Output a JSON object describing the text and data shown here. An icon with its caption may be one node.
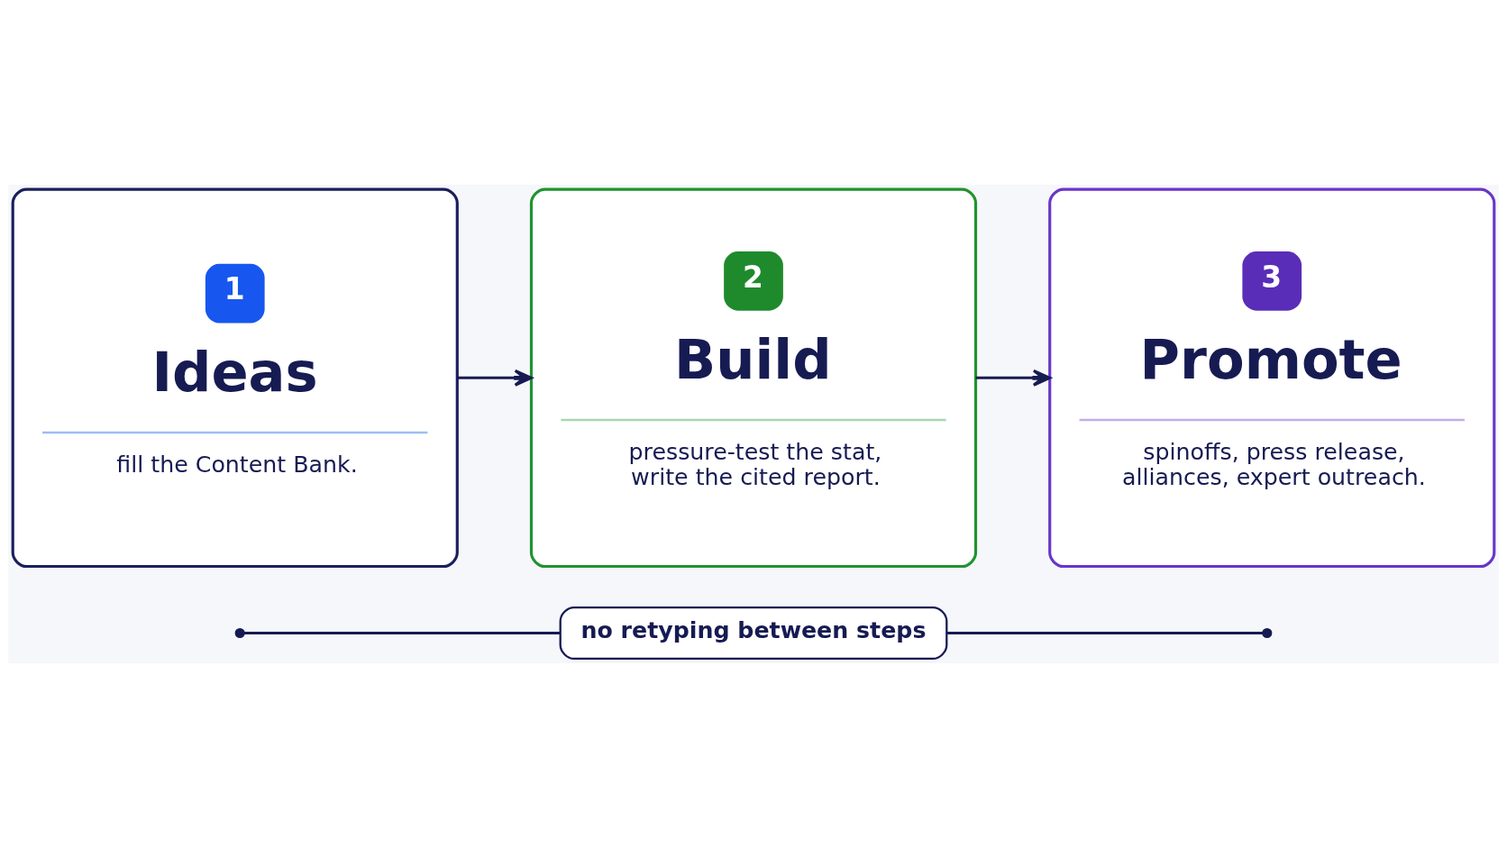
{
  "diagram": {
    "nodes": [
      {
        "text": [
          "1",
          "Ideas",
          "fill the Content Bank."
        ]
      },
      {
        "text": [
          "2",
          "Build",
          "pressure-test the stat, write the cited report."
        ]
      },
      {
        "text": [
          "3",
          "Promote",
          "spinoffs, press release, alliances, expert outreach."
        ]
      },
      {
        "text": [
          "no retyping between steps"
        ]
      }
    ],
    "edges": [
      {
        "from": 0,
        "to": 1,
        "arrow": "to"
      },
      {
        "from": 1,
        "to": 2,
        "arrow": "to"
      },
      {
        "from": null,
        "to": 3,
        "arrow": "other"
      },
      {
        "from": 3,
        "to": null,
        "arrow": "other"
      }
    ]
  }
}
